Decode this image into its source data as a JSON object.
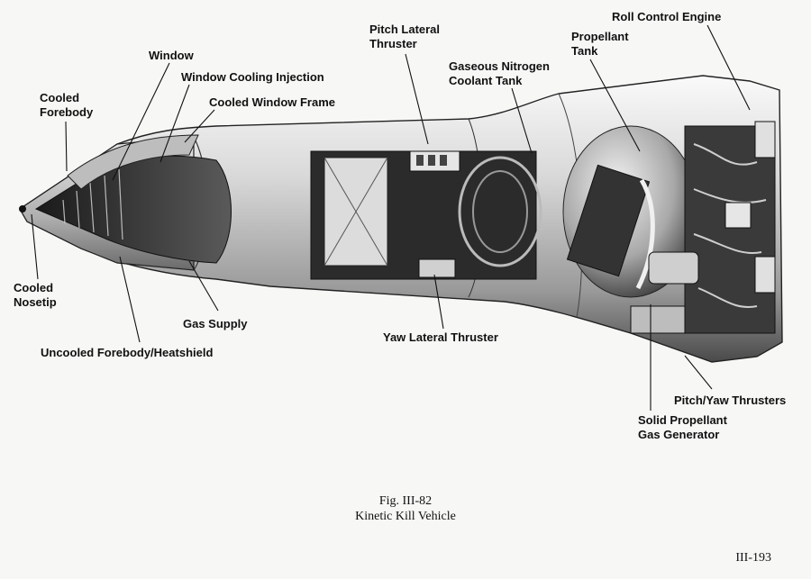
{
  "labels": {
    "roll_control_engine": "Roll Control Engine",
    "pitch_lateral_thruster": "Pitch Lateral\nThruster",
    "propellant_tank": "Propellant\nTank",
    "gaseous_nitrogen_coolant_tank": "Gaseous Nitrogen\nCoolant Tank",
    "window": "Window",
    "window_cooling_injection": "Window Cooling Injection",
    "cooled_window_frame": "Cooled Window Frame",
    "cooled_forebody": "Cooled\nForebody",
    "cooled_nosetip": "Cooled\nNosetip",
    "gas_supply": "Gas Supply",
    "uncooled_forebody_heatshield": "Uncooled Forebody/Heatshield",
    "yaw_lateral_thruster": "Yaw Lateral Thruster",
    "pitch_yaw_thrusters": "Pitch/Yaw Thrusters",
    "solid_propellant_gas_generator": "Solid Propellant\nGas Generator"
  },
  "caption": {
    "figure_number": "Fig. III-82",
    "figure_title": "Kinetic Kill Vehicle"
  },
  "page_number": "III-193"
}
